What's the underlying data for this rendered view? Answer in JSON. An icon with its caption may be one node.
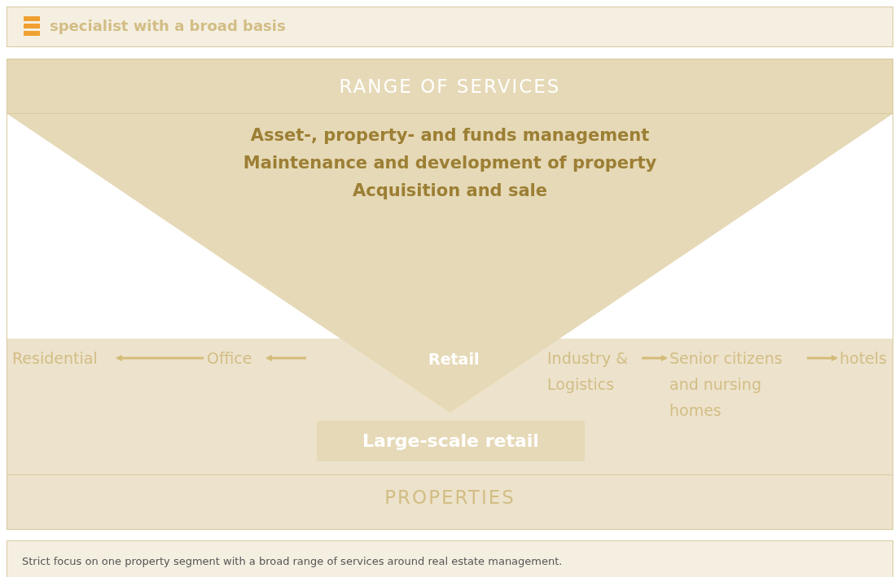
{
  "diagram": {
    "title": "specialist with a broad basis",
    "caption": "Strict focus on one property segment with a broad range of services around real estate management.",
    "nodes": [
      {
        "text": [
          "RANGE OF SERVICES"
        ]
      },
      {
        "text": [
          "Asset-, property- and funds management",
          "Maintenance and development of property",
          "Acquisition and sale"
        ]
      },
      {
        "text": [
          "PROPERTIES"
        ]
      },
      {
        "text": [
          "Residential"
        ],
        "in": 2
      },
      {
        "text": [
          "Office"
        ],
        "in": 2
      },
      {
        "text": [
          "Retail"
        ]
      },
      {
        "text": [
          "Industry & Logistics"
        ],
        "in": 2
      },
      {
        "text": [
          "Senior citizens and nursing homes"
        ],
        "in": 2
      },
      {
        "text": [
          "hotels"
        ],
        "in": 2
      },
      {
        "text": [
          "Large-scale retail"
        ],
        "in": 2
      }
    ],
    "edges": [
      {
        "from": 4,
        "to": 3,
        "arrow": "to"
      },
      {
        "from": null,
        "to": 4,
        "arrow": "to"
      },
      {
        "from": 6,
        "to": 7,
        "arrow": "to"
      },
      {
        "from": 7,
        "to": 8,
        "arrow": "to"
      }
    ]
  }
}
